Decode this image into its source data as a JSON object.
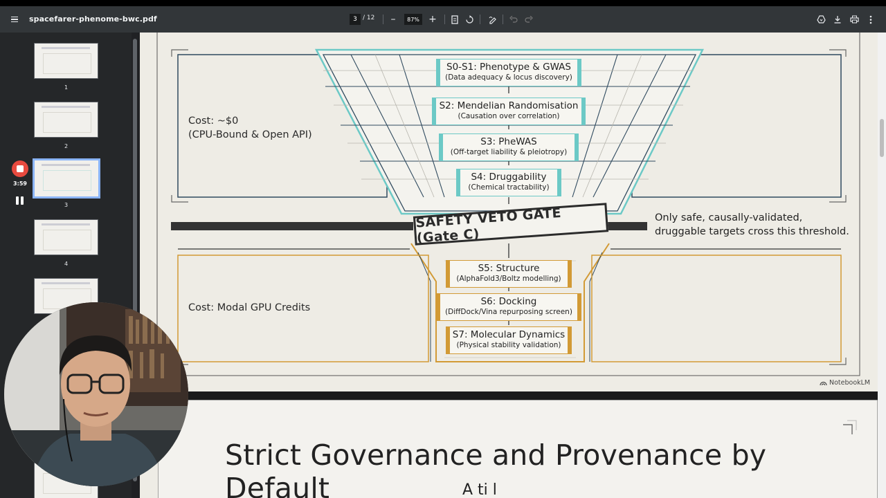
{
  "toolbar": {
    "filename": "spacefarer-phenome-bwc.pdf",
    "page_current": "3",
    "page_total": "/ 12",
    "zoom": "87%",
    "zoom_out": "–",
    "zoom_in": "+"
  },
  "sidebar": {
    "thumbnails": [
      {
        "number": "1"
      },
      {
        "number": "2"
      },
      {
        "number": "3",
        "active": true
      },
      {
        "number": "4"
      }
    ]
  },
  "recording": {
    "time": "3:59"
  },
  "diagram": {
    "cost_top_line1": "Cost: ~$0",
    "cost_top_line2": "(CPU-Bound & Open API)",
    "cost_bottom": "Cost: Modal GPU Credits",
    "stages": [
      {
        "title": "S0-S1: Phenotype & GWAS",
        "sub": "(Data adequacy & locus discovery)"
      },
      {
        "title": "S2: Mendelian Randomisation",
        "sub": "(Causation over correlation)"
      },
      {
        "title": "S3: PheWAS",
        "sub": "(Off-target liability & pleiotropy)"
      },
      {
        "title": "S4: Druggability",
        "sub": "(Chemical tractability)"
      },
      {
        "title": "S5: Structure",
        "sub": "(AlphaFold3/Boltz modelling)"
      },
      {
        "title": "S6: Docking",
        "sub": "(DiffDock/Vina repurposing screen)"
      },
      {
        "title": "S7: Molecular Dynamics",
        "sub": "(Physical stability validation)"
      }
    ],
    "gate": "SAFETY VETO GATE (Gate C)",
    "threshold_line1": "Only safe, causally-validated,",
    "threshold_line2": "druggable targets cross this threshold.",
    "watermark": "NotebookLM"
  },
  "page2": {
    "title": "Strict Governance and Provenance by Default",
    "subtitle_partial": "A  ti  l"
  },
  "colors": {
    "teal": "#6cc9c6",
    "gold": "#d29a35",
    "record_red": "#e84a3f",
    "active_thumb": "#8ab4f8"
  }
}
